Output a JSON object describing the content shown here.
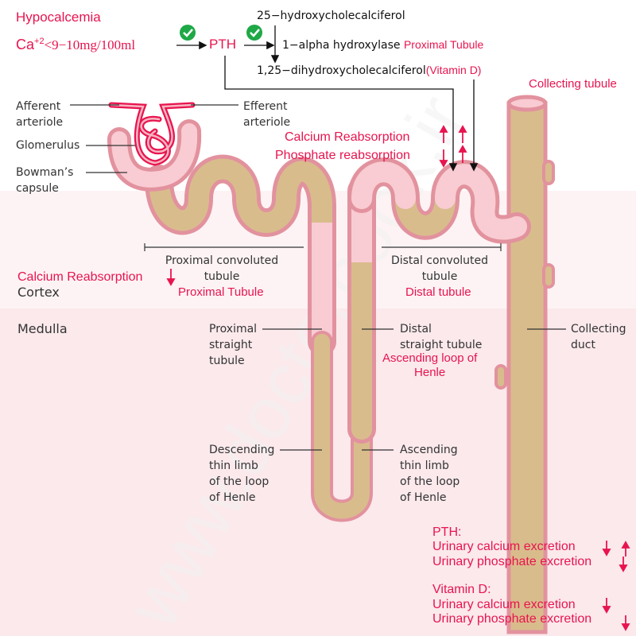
{
  "colors": {
    "accent_red": "#e8144f",
    "tubule_tan": "#d9bc8c",
    "tubule_outline": "#e2929e",
    "tubule_pink": "#f9cbd3",
    "medulla_bg": "#fbe6e9",
    "check_green": "#1fa847"
  },
  "header": {
    "hypocalcemia": "Hypocalcemia",
    "ca_base": "Ca",
    "ca_sup": "+2",
    "ca_cond": "<9−10mg/100ml",
    "pth": "PTH",
    "precursor": "25−hydroxycholecalciferol",
    "enzyme": "1−alpha hydroxylase",
    "enzyme_site": "Proximal Tubule",
    "product": "1,25−dihydroxycholecalciferol",
    "product_note": "(Vitamin D)"
  },
  "annotations": {
    "collecting_tubule": "Collecting tubule",
    "ca_reabs_up": "Calcium Reabsorption",
    "phos_reabs_down": "Phosphate reabsorption",
    "prox_ca_reabs_down": "Calcium Reabsorption",
    "proximal_tubule": "Proximal Tubule",
    "distal_tubule": "Distal tubule",
    "ascending_loop": "Ascending loop of\nHenle"
  },
  "regions": {
    "cortex": "Cortex",
    "medulla": "Medulla"
  },
  "labels": {
    "afferent": "Afferent\narteriole",
    "efferent": "Efferent\narteriole",
    "glomerulus": "Glomerulus",
    "bowmans": "Bowman’s\ncapsule",
    "pct": "Proximal convoluted\ntubule",
    "dct": "Distal convoluted\ntubule",
    "pst": "Proximal\nstraight\ntubule",
    "dst": "Distal\nstraight tubule",
    "desc": "Descending\nthin limb\nof the loop\nof Henle",
    "asc": "Ascending\nthin limb\nof the loop\nof Henle",
    "cd": "Collecting\nduct"
  },
  "effects": {
    "pth_title": "PTH:",
    "pth_ca": "Urinary calcium excretion",
    "pth_phos": "Urinary phosphate excretion",
    "vitd_title": "Vitamin D:",
    "vitd_ca": "Urinary calcium excretion",
    "vitd_phos": "Urinary phosphate excretion"
  },
  "watermark": "www.doctorbook.ir"
}
